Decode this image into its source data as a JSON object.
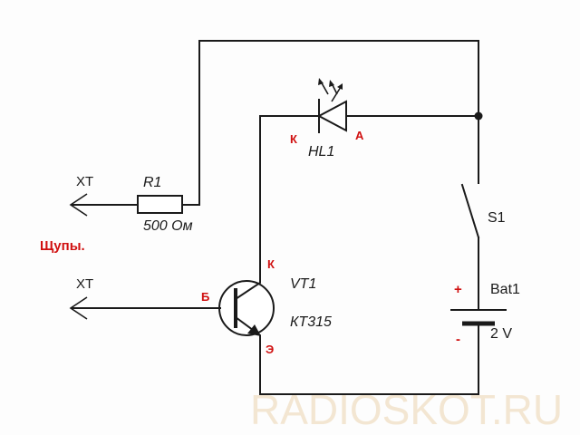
{
  "diagram": {
    "probe_top_label": "XT",
    "probe_bottom_label": "XT",
    "resistor_name": "R1",
    "resistor_value": "500 Ом",
    "probes_label": "Щупы.",
    "led_name": "HL1",
    "led_cathode": "К",
    "led_anode": "А",
    "switch_name": "S1",
    "transistor_name": "VT1",
    "transistor_model": "КТ315",
    "transistor_collector": "К",
    "transistor_base": "Б",
    "transistor_emitter": "Э",
    "battery_name": "Bat1",
    "battery_voltage": "2 V",
    "battery_plus": "+",
    "battery_minus": "-",
    "watermark": "RADIOSKOT.RU"
  },
  "colors": {
    "wire": "#1a1a1a",
    "marks": "#d01010",
    "watermark": "#f3e6d2"
  }
}
